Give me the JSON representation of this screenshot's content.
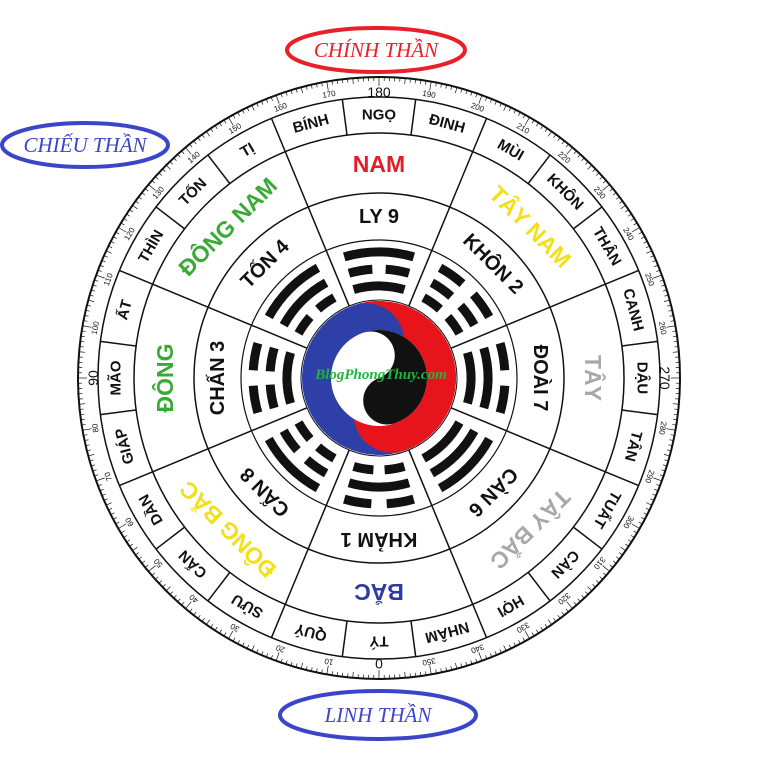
{
  "labels": {
    "chinh_than": "CHÍNH THẦN",
    "chieu_than": "CHIẾU THẦN",
    "linh_than": "LINH THẦN",
    "chinh_color": "#e8202a",
    "chieu_color": "#3b45c8",
    "linh_color": "#3b45c8"
  },
  "watermark": "BlogPhongThuy.com",
  "degree_labels": [
    "0",
    "10",
    "20",
    "30",
    "40",
    "50",
    "60",
    "70",
    "80",
    "90",
    "100",
    "110",
    "120",
    "130",
    "140",
    "150",
    "160",
    "170",
    "180",
    "190",
    "200",
    "210",
    "220",
    "230",
    "240",
    "250",
    "260",
    "270",
    "280",
    "290",
    "300",
    "310",
    "320",
    "330",
    "340",
    "350"
  ],
  "mountains": [
    {
      "name": "TÝ",
      "deg": 0
    },
    {
      "name": "QUÝ",
      "deg": 15
    },
    {
      "name": "SỬU",
      "deg": 30
    },
    {
      "name": "CẤN",
      "deg": 45
    },
    {
      "name": "DẦN",
      "deg": 60
    },
    {
      "name": "GIÁP",
      "deg": 75
    },
    {
      "name": "MÃO",
      "deg": 90
    },
    {
      "name": "ẤT",
      "deg": 105
    },
    {
      "name": "THÌN",
      "deg": 120
    },
    {
      "name": "TỐN",
      "deg": 135
    },
    {
      "name": "TỊ",
      "deg": 150
    },
    {
      "name": "BÍNH",
      "deg": 165
    },
    {
      "name": "NGỌ",
      "deg": 180
    },
    {
      "name": "ĐINH",
      "deg": 195
    },
    {
      "name": "MÙI",
      "deg": 210
    },
    {
      "name": "KHÔN",
      "deg": 225
    },
    {
      "name": "THÂN",
      "deg": 240
    },
    {
      "name": "CANH",
      "deg": 255
    },
    {
      "name": "DẬU",
      "deg": 270
    },
    {
      "name": "TÂN",
      "deg": 285
    },
    {
      "name": "TUẤT",
      "deg": 300
    },
    {
      "name": "CÀN",
      "deg": 315
    },
    {
      "name": "HỢI",
      "deg": 330
    },
    {
      "name": "NHÂM",
      "deg": 345
    }
  ],
  "directions": [
    {
      "name": "BẮC",
      "deg": 0,
      "color": "#2b3aa8"
    },
    {
      "name": "ĐÔNG BẮC",
      "deg": 45,
      "color": "#f2e01c"
    },
    {
      "name": "ĐÔNG",
      "deg": 90,
      "color": "#3aaa35"
    },
    {
      "name": "ĐÔNG NAM",
      "deg": 135,
      "color": "#3aaa35"
    },
    {
      "name": "NAM",
      "deg": 180,
      "color": "#e21f26"
    },
    {
      "name": "TÂY NAM",
      "deg": 225,
      "color": "#f2e01c"
    },
    {
      "name": "TÂY",
      "deg": 270,
      "color": "#a8a8a8"
    },
    {
      "name": "TÂY BẮC",
      "deg": 315,
      "color": "#a8a8a8"
    }
  ],
  "trigrams": [
    {
      "name": "KHẢM 1",
      "deg": 0,
      "lines": [
        0,
        1,
        0
      ]
    },
    {
      "name": "CẤN 8",
      "deg": 45,
      "lines": [
        0,
        0,
        1
      ]
    },
    {
      "name": "CHẤN 3",
      "deg": 90,
      "lines": [
        1,
        0,
        0
      ]
    },
    {
      "name": "TỐN 4",
      "deg": 135,
      "lines": [
        0,
        1,
        1
      ]
    },
    {
      "name": "LY 9",
      "deg": 180,
      "lines": [
        1,
        0,
        1
      ]
    },
    {
      "name": "KHÔN 2",
      "deg": 225,
      "lines": [
        0,
        0,
        0
      ]
    },
    {
      "name": "ĐOÀI 7",
      "deg": 270,
      "lines": [
        1,
        1,
        0
      ]
    },
    {
      "name": "CÀN 6",
      "deg": 315,
      "lines": [
        1,
        1,
        1
      ]
    }
  ],
  "colors": {
    "yin_yang_red": "#e8141c",
    "yin_yang_blue": "#2f3fa8",
    "watermark": "#1fb53a"
  }
}
